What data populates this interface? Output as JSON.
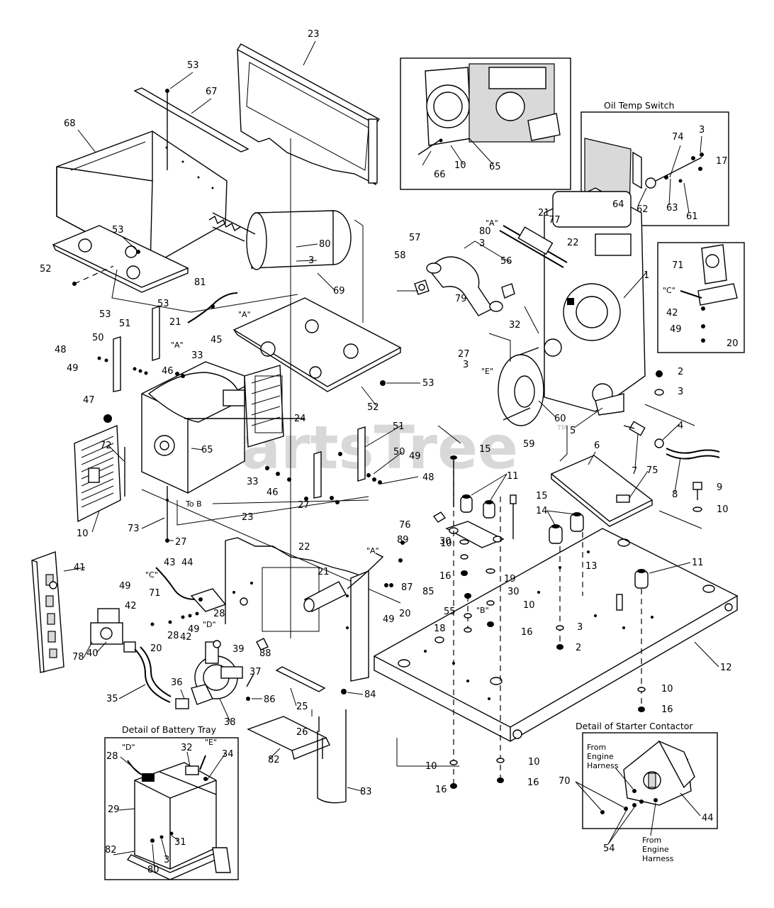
{
  "watermark": {
    "text": "PartsTree",
    "tm": "TM"
  },
  "captions": {
    "oil_temp_switch": "Oil Temp Switch",
    "battery_tray": "Detail of Battery Tray",
    "starter_contactor": "Detail of Starter Contactor",
    "from_engine_harness_top": [
      "From",
      "Engine",
      "Harness"
    ],
    "from_engine_harness_bottom": [
      "From",
      "Engine",
      "Harness"
    ]
  },
  "callouts": {
    "A_quote": "\"A\"",
    "B_quote": "\"B\"",
    "C_quote": "\"C\"",
    "D_quote": "\"D\"",
    "E_quote": "\"E\"",
    "to_b": "To B"
  },
  "part_numbers": [
    "1",
    "2",
    "3",
    "4",
    "5",
    "6",
    "7",
    "8",
    "9",
    "10",
    "11",
    "12",
    "13",
    "14",
    "15",
    "16",
    "17",
    "18",
    "19",
    "20",
    "21",
    "22",
    "23",
    "24",
    "25",
    "26",
    "27",
    "28",
    "29",
    "30",
    "31",
    "32",
    "33",
    "34",
    "35",
    "36",
    "37",
    "38",
    "39",
    "40",
    "41",
    "42",
    "43",
    "44",
    "45",
    "46",
    "47",
    "48",
    "49",
    "50",
    "51",
    "52",
    "53",
    "54",
    "55",
    "56",
    "57",
    "58",
    "59",
    "60",
    "61",
    "62",
    "63",
    "64",
    "65",
    "66",
    "67",
    "68",
    "69",
    "70",
    "71",
    "72",
    "73",
    "74",
    "75",
    "76",
    "77",
    "78",
    "79",
    "80",
    "81",
    "82",
    "83",
    "84",
    "85",
    "86",
    "87",
    "88",
    "89"
  ]
}
